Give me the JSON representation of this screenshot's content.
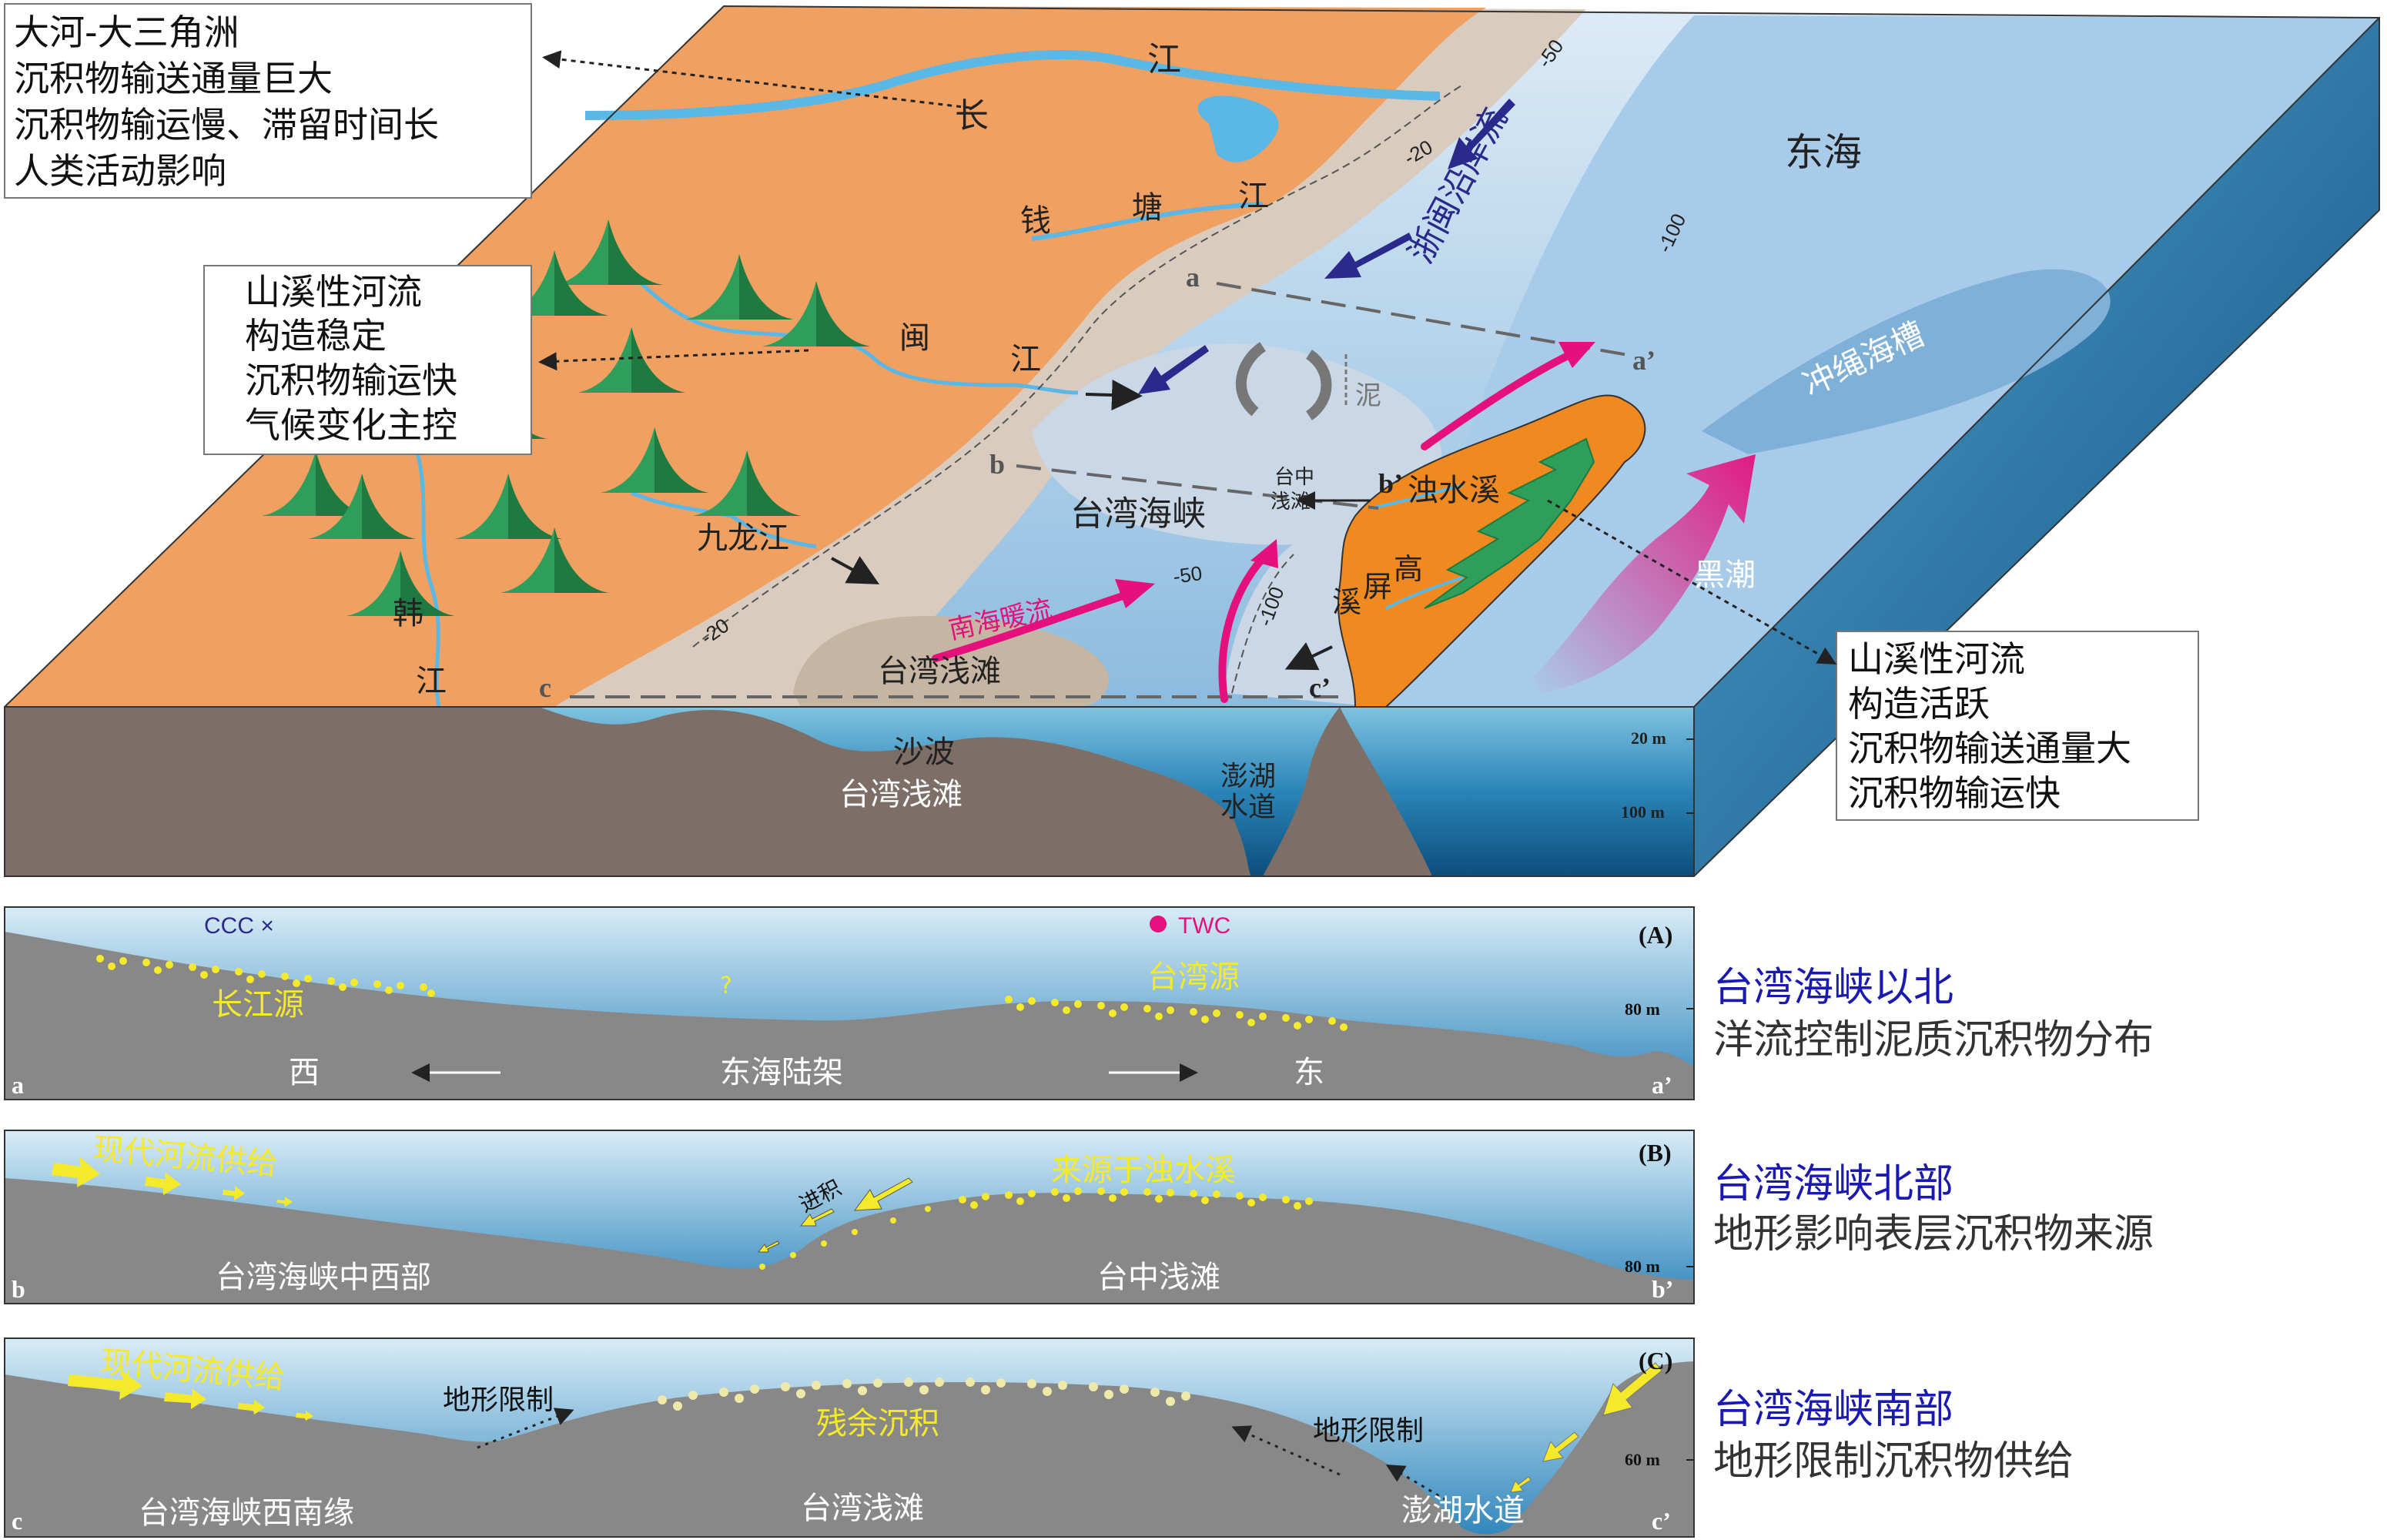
{
  "colors": {
    "land_orange": "#F0A060",
    "shelf_beige": "#D9CCBE",
    "strait_lightblue": "#CDD9E8",
    "sea_blue": "#BDD7EE",
    "deep_blue": "#7FB0D8",
    "coastal_current": "#2A2A8C",
    "warm_current": "#E4117C",
    "river": "#5BB8E6",
    "mountain_green": "#2E9E5A",
    "ground_gray": "#8A8A8A",
    "yellow_sediment": "#F4E92B",
    "caption_blue": "#1A1AB0"
  },
  "block": {
    "callout_top_left": [
      "大河-大三角洲",
      "沉积物输送通量巨大",
      "沉积物输运慢、滞留时间长",
      "人类活动影响"
    ],
    "callout_mid_left": [
      "山溪性河流",
      "构造稳定",
      "沉积物输运快",
      "气候变化主控"
    ],
    "callout_right": [
      "山溪性河流",
      "构造活跃",
      "沉积物输送通量大",
      "沉积物输运快"
    ],
    "labels": {
      "jiang_top": "江",
      "chang": "长",
      "qian": "钱",
      "tang": "塘",
      "jiang_qt": "江",
      "min": "闽",
      "jiang_min": "江",
      "jiulong": "九龙江",
      "han": "韩",
      "jiang_han": "江",
      "donghai": "东海",
      "zhemin": "浙闽沿岸流",
      "okinawa": "冲绳海槽",
      "mud": "泥",
      "taiwan_strait": "台湾海峡",
      "taizhong_1": "台中",
      "taizhong_2": "浅滩",
      "zhuoshui": "浊水溪",
      "gaoping_1": "高",
      "gaoping_2": "屏",
      "gaoping_3": "溪",
      "kuroshio": "黑潮",
      "scs_warm": "南海暖流",
      "taiwan_bank": "台湾浅滩",
      "sand_wave": "沙波",
      "taiwan_bank_sec": "台湾浅滩",
      "penghu_1": "澎湖",
      "penghu_2": "水道",
      "depth_m50_a": "-50",
      "depth_m20_a": "-20",
      "depth_m100_a": "-100",
      "depth_m50_b": "-50",
      "depth_m100_b": "-100",
      "depth_m20_b": "-20",
      "pt_a": "a",
      "pt_a2": "a’",
      "pt_b": "b",
      "pt_b2": "b’",
      "pt_c": "c",
      "pt_c2": "c’",
      "scale_20": "20 m",
      "scale_100": "100 m"
    }
  },
  "sections": [
    {
      "id": "A",
      "tag": "(A)",
      "left": "a",
      "right": "a’",
      "depth": "80 m",
      "texts": {
        "ccc": "CCC ×",
        "twc": "TWC",
        "src_left": "长江源",
        "question": "?",
        "src_right": "台湾源",
        "west": "西",
        "center": "东海陆架",
        "east": "东"
      },
      "caption": [
        "台湾海峡以北",
        "洋流控制泥质沉积物分布"
      ]
    },
    {
      "id": "B",
      "tag": "(B)",
      "left": "b",
      "right": "b’",
      "depth": "80 m",
      "texts": {
        "supply": "现代河流供给",
        "progradation": "进积",
        "source": "来源于浊水溪",
        "left_region": "台湾海峡中西部",
        "right_region": "台中浅滩"
      },
      "caption": [
        "台湾海峡北部",
        "地形影响表层沉积物来源"
      ]
    },
    {
      "id": "C",
      "tag": "(C)",
      "left": "c",
      "right": "c’",
      "depth": "60 m",
      "texts": {
        "supply": "现代河流供给",
        "limit_left": "地形限制",
        "residual": "残余沉积",
        "limit_right": "地形限制",
        "left_region": "台湾海峡西南缘",
        "center_region": "台湾浅滩",
        "right_region": "澎湖水道"
      },
      "caption": [
        "台湾海峡南部",
        "地形限制沉积物供给"
      ]
    }
  ]
}
